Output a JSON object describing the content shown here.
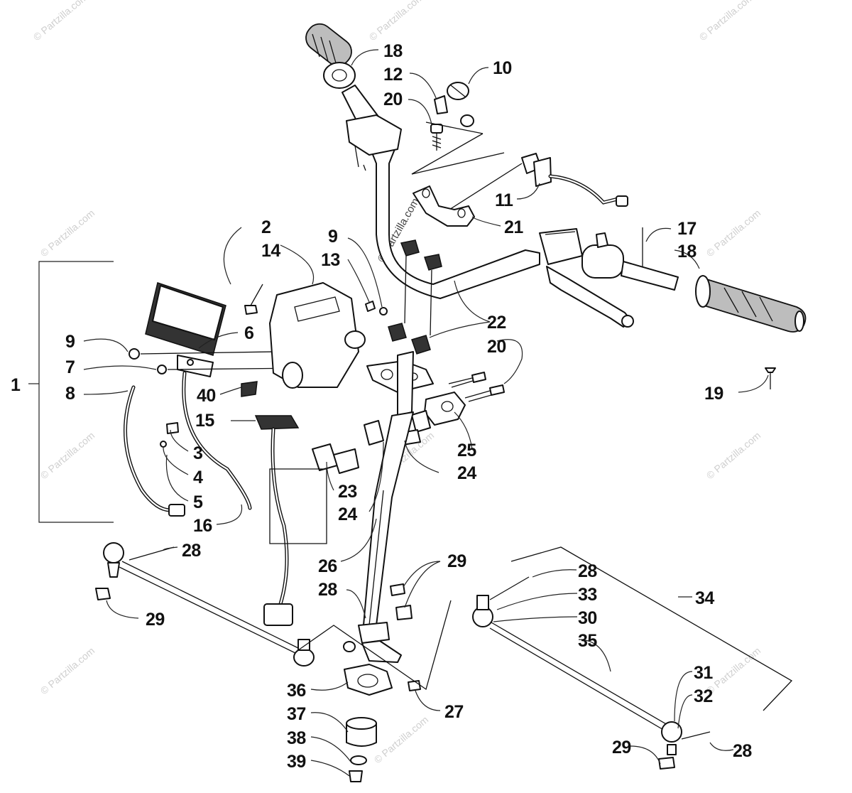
{
  "watermark": {
    "text": "© Partzilla.com"
  },
  "callouts": [
    {
      "key": "c1",
      "label": "1"
    },
    {
      "key": "c2",
      "label": "2"
    },
    {
      "key": "c14",
      "label": "14"
    },
    {
      "key": "c9a",
      "label": "9"
    },
    {
      "key": "c13",
      "label": "13"
    },
    {
      "key": "c9b",
      "label": "9"
    },
    {
      "key": "c7",
      "label": "7"
    },
    {
      "key": "c8",
      "label": "8"
    },
    {
      "key": "c6",
      "label": "6"
    },
    {
      "key": "c40",
      "label": "40"
    },
    {
      "key": "c15",
      "label": "15"
    },
    {
      "key": "c3",
      "label": "3"
    },
    {
      "key": "c4",
      "label": "4"
    },
    {
      "key": "c5",
      "label": "5"
    },
    {
      "key": "c16",
      "label": "16"
    },
    {
      "key": "c18a",
      "label": "18"
    },
    {
      "key": "c12",
      "label": "12"
    },
    {
      "key": "c10",
      "label": "10"
    },
    {
      "key": "c20a",
      "label": "20"
    },
    {
      "key": "c11",
      "label": "11"
    },
    {
      "key": "c21",
      "label": "21"
    },
    {
      "key": "c17",
      "label": "17"
    },
    {
      "key": "c18b",
      "label": "18"
    },
    {
      "key": "c22",
      "label": "22"
    },
    {
      "key": "c20b",
      "label": "20"
    },
    {
      "key": "c19",
      "label": "19"
    },
    {
      "key": "c25",
      "label": "25"
    },
    {
      "key": "c24a",
      "label": "24"
    },
    {
      "key": "c23",
      "label": "23"
    },
    {
      "key": "c24b",
      "label": "24"
    },
    {
      "key": "c26",
      "label": "26"
    },
    {
      "key": "c28a",
      "label": "28"
    },
    {
      "key": "c29a",
      "label": "29"
    },
    {
      "key": "c29b",
      "label": "29"
    },
    {
      "key": "c28b",
      "label": "28"
    },
    {
      "key": "c28c",
      "label": "28"
    },
    {
      "key": "c33",
      "label": "33"
    },
    {
      "key": "c34",
      "label": "34"
    },
    {
      "key": "c30",
      "label": "30"
    },
    {
      "key": "c35",
      "label": "35"
    },
    {
      "key": "c31",
      "label": "31"
    },
    {
      "key": "c32",
      "label": "32"
    },
    {
      "key": "c29c",
      "label": "29"
    },
    {
      "key": "c28d",
      "label": "28"
    },
    {
      "key": "c36",
      "label": "36"
    },
    {
      "key": "c27",
      "label": "27"
    },
    {
      "key": "c37",
      "label": "37"
    },
    {
      "key": "c38",
      "label": "38"
    },
    {
      "key": "c39",
      "label": "39"
    }
  ]
}
